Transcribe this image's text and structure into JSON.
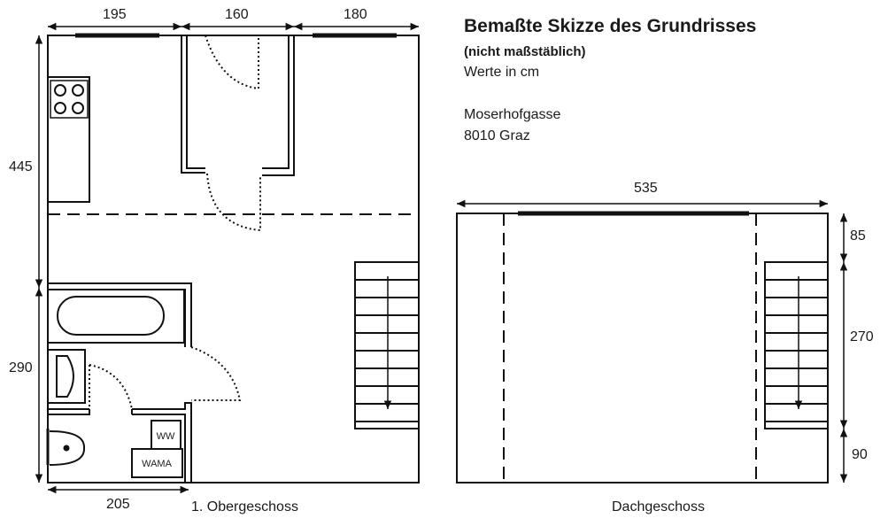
{
  "header": {
    "title": "Bemaßte Skizze des Grundrisses",
    "subtitle": "(nicht maßstäblich)",
    "units": "Werte in cm",
    "street": "Moserhofgasse",
    "city": "8010 Graz"
  },
  "upper_floor": {
    "caption": "1. Obergeschoss",
    "dimensions": {
      "top_left": "195",
      "top_middle": "160",
      "top_right": "180",
      "left_upper": "445",
      "left_lower": "290",
      "bottom": "205"
    },
    "fixtures": {
      "toilet": "WW",
      "washing_machine": "WAMA"
    }
  },
  "attic": {
    "caption": "Dachgeschoss",
    "dimensions": {
      "width": "535",
      "right_top": "85",
      "right_middle": "270",
      "right_bottom": "90"
    }
  }
}
